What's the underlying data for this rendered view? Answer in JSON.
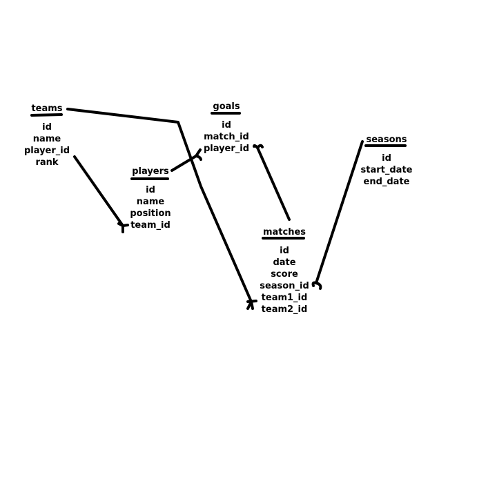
{
  "entities": {
    "teams": {
      "title": "teams",
      "fields": [
        "id",
        "name",
        "player_id",
        "rank"
      ]
    },
    "goals": {
      "title": "goals",
      "fields": [
        "id",
        "match_id",
        "player_id"
      ]
    },
    "players": {
      "title": "players",
      "fields": [
        "id",
        "name",
        "position",
        "team_id"
      ]
    },
    "seasons": {
      "title": "seasons",
      "fields": [
        "id",
        "start_date",
        "end_date"
      ]
    },
    "matches": {
      "title": "matches",
      "fields": [
        "id",
        "date",
        "score",
        "season_id",
        "team1_id",
        "team2_id"
      ]
    }
  },
  "relationships": [
    {
      "from": "teams",
      "to": "players",
      "cardinality": "one-to-many"
    },
    {
      "from": "teams",
      "to": "matches",
      "cardinality": "one-to-many"
    },
    {
      "from": "players",
      "to": "goals",
      "cardinality": "one-to-many"
    },
    {
      "from": "matches",
      "to": "goals",
      "cardinality": "one-to-many"
    },
    {
      "from": "seasons",
      "to": "matches",
      "cardinality": "one-to-many"
    }
  ],
  "colors": {
    "ink": "#000000",
    "background": "#ffffff"
  }
}
